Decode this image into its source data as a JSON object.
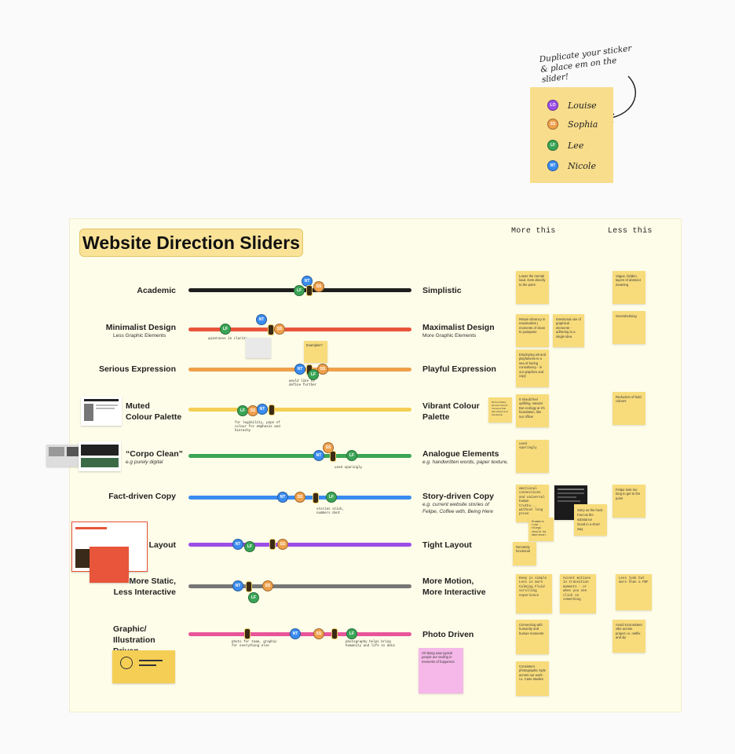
{
  "instruction": "Duplicate your sticker & place em on the slider!",
  "legend": [
    {
      "initials": "LO",
      "name": "Louise",
      "color": "#9b4de8"
    },
    {
      "initials": "SS",
      "name": "Sophia",
      "color": "#f0a04b"
    },
    {
      "initials": "LF",
      "name": "Lee",
      "color": "#3aa556"
    },
    {
      "initials": "NT",
      "name": "Nicole",
      "color": "#3b8cf0"
    }
  ],
  "board": {
    "title": "Website Direction Sliders",
    "col_more": "More this",
    "col_less": "Less this"
  },
  "sliders": [
    {
      "left": "Academic",
      "left_sub": "",
      "right": "Simplistic",
      "right_sub": "",
      "color": "#1e1e1e"
    },
    {
      "left": "Minimalist Design",
      "left_sub": "Less Graphic Elements",
      "right": "Maximalist Design",
      "right_sub": "More Graphic Elements",
      "color": "#e8553a"
    },
    {
      "left": "Serious Expression",
      "left_sub": "",
      "right": "Playful Expression",
      "right_sub": "",
      "color": "#f0a04b"
    },
    {
      "left": "Muted\nColour Palette",
      "left_sub": "",
      "right": "Vibrant Colour\nPalette",
      "right_sub": "",
      "color": "#f5cf55"
    },
    {
      "left": "“Corpo Clean”",
      "left_sub": "e.g purely digital",
      "right": "Analogue Elements",
      "right_sub": "e.g. handwritten words, paper texture,",
      "color": "#3aa556"
    },
    {
      "left": "Fact-driven Copy",
      "left_sub": "",
      "right": "Story-driven Copy",
      "right_sub": "e.g. current website stories of Felipe, Coffee with, Being Here",
      "color": "#3b8cf0"
    },
    {
      "left": "s Layout",
      "left_sub": "",
      "right": "Tight Layout",
      "right_sub": "",
      "color": "#9b4de8"
    },
    {
      "left": "More Static,\nLess Interactive",
      "left_sub": "",
      "right": "More Motion,\nMore Interactive",
      "right_sub": "",
      "color": "#777777"
    },
    {
      "left": "Graphic/\nIllustration Driven",
      "left_sub": "",
      "right": "Photo Driven",
      "right_sub": "",
      "color": "#e8559a"
    }
  ],
  "slider_notes": {
    "n1": "quietness in clarity",
    "n2": "would like to define further",
    "n3": "for legibility, pops of colour for emphasis and hierachy",
    "n4": "used sparingly",
    "n5": "stories stick, numbers dont",
    "n6": "photo for team, graphic for everything else",
    "n7": "photography helps bring humanity and life to data",
    "examples": "Examples?"
  },
  "stickies": {
    "m1": "Lower the mental load. Gets directly to the point.",
    "m2": "Retain vibrancy in maximalism | moments of clean to juxtapose",
    "m3": "Intentional use of graphical elements - adhering to a single idea",
    "m4": "Employing wit and playfulness in a sea of boring consultancy - in our graphics and copy",
    "m5": "It should feel uplifting, natural. But ecology at it's foundation, like our office!",
    "m5b": "Not too flashy all over! Accent moments that feel vibrant and intentional",
    "m6": "used sparingly",
    "m7": "emotional connections and universal human truths... without long prose",
    "m7b": "Dramatic rise - things should be emotional",
    "m7c": "Story as the hook",
    "m7d": "Fact as the substance",
    "m7e": "Good in a short way",
    "m8": "Remotely functional",
    "m9": "Keep is simple Less is more Calming Fluid scrolling experience",
    "m10": "Accent motions in transition moments - or when you see click on something",
    "m11": "Connecting with humanity and human moments",
    "m12": "Consistent photographic style across our work - i.e. Case studies",
    "pink": "Oh Bang wow typical people are smiling in moments of happiness",
    "l1": "Vague, hidden, layers of abstract meaning",
    "l2": "Overwhelming",
    "l3": "Reduction of bold colours",
    "l4": "Felipe took too long to get to the point",
    "l5": "Less junk but more than a PDF",
    "l6": "Avoid inconsistent vibe across project i.e. netflix and dp"
  }
}
